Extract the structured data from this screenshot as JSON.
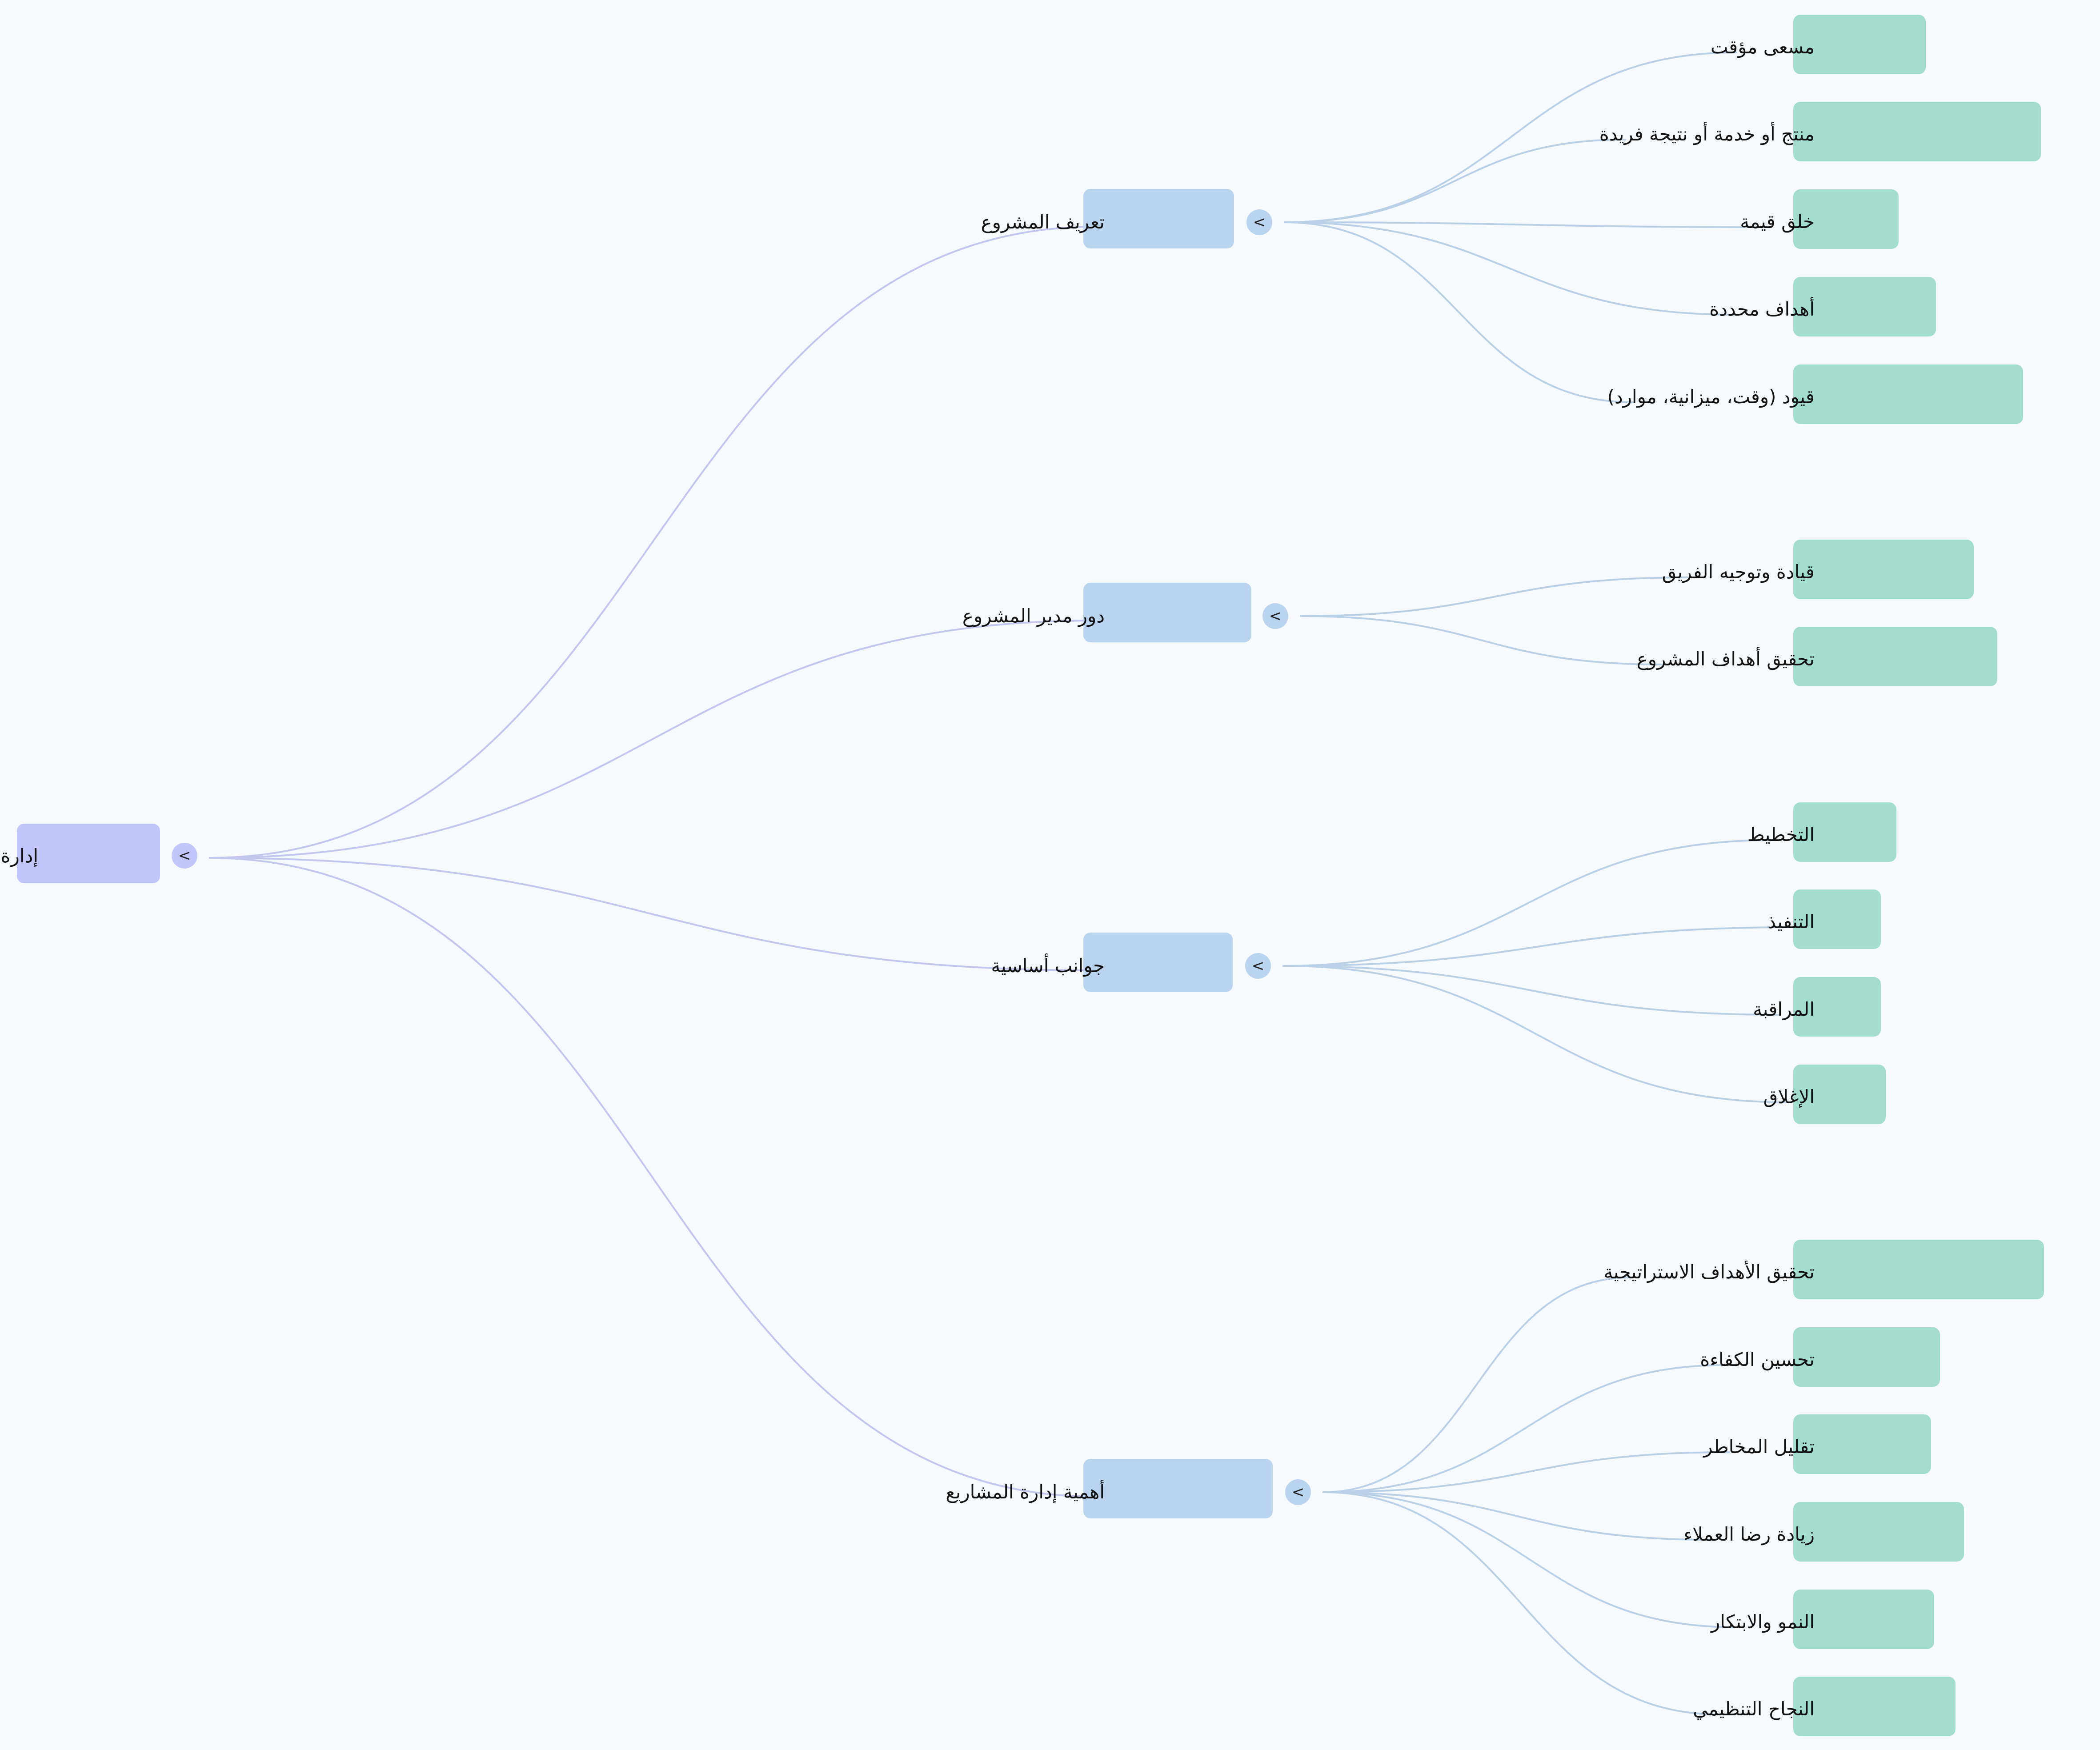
{
  "colors": {
    "background": "#f6fafd",
    "root_node": "#c3c6fc",
    "branch_node": "#bad3ee",
    "leaf_node": "#a3ddd0",
    "root_link": "#c3c6ef",
    "branch_link": "#bad0e6",
    "toggle_root": "#c3c6fc",
    "toggle_branch": "#bad3ee"
  },
  "toggle_symbol": "<",
  "root": {
    "label": "إدارة"
  },
  "branches": [
    {
      "label": "تعريف المشروع",
      "children": [
        {
          "label": "مسعى مؤقت"
        },
        {
          "label": "منتج أو خدمة أو نتيجة فريدة"
        },
        {
          "label": "خلق قيمة"
        },
        {
          "label": "أهداف محددة"
        },
        {
          "label": "قيود (وقت، ميزانية، موارد)"
        }
      ]
    },
    {
      "label": "دور مدير المشروع",
      "children": [
        {
          "label": "قيادة وتوجيه الفريق"
        },
        {
          "label": "تحقيق أهداف المشروع"
        }
      ]
    },
    {
      "label": "جوانب أساسية",
      "children": [
        {
          "label": "التخطيط"
        },
        {
          "label": "التنفيذ"
        },
        {
          "label": "المراقبة"
        },
        {
          "label": "الإغلاق"
        }
      ]
    },
    {
      "label": "أهمية إدارة المشاريع",
      "children": [
        {
          "label": "تحقيق الأهداف الاستراتيجية"
        },
        {
          "label": "تحسين الكفاءة"
        },
        {
          "label": "تقليل المخاطر"
        },
        {
          "label": "زيادة رضا العملاء"
        },
        {
          "label": "النمو والابتكار"
        },
        {
          "label": "النجاح التنظيمي"
        }
      ]
    }
  ]
}
